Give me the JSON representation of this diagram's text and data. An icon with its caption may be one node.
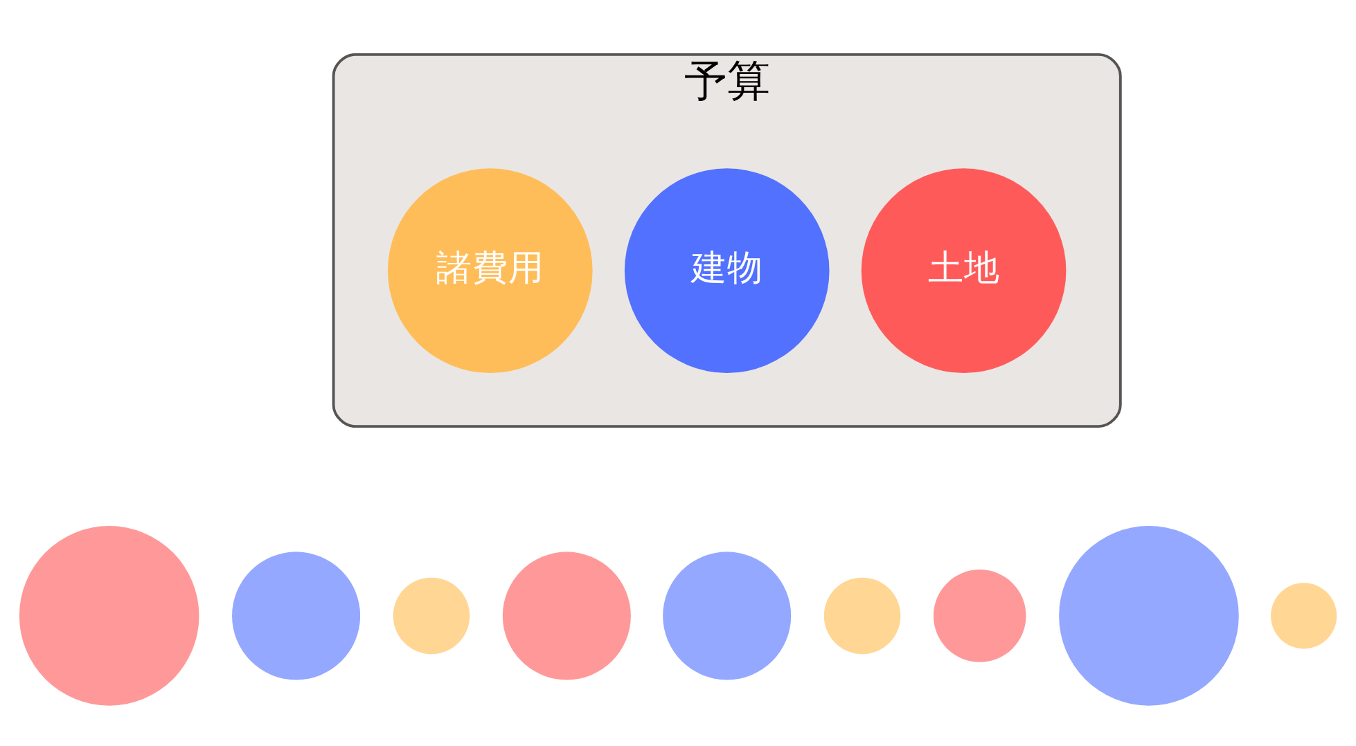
{
  "diagram": {
    "nodes": [
      {
        "text": [
          "予算"
        ]
      },
      {
        "text": [
          "土地"
        ],
        "in": 0
      },
      {
        "text": [
          "建物"
        ],
        "in": 0
      },
      {
        "text": [
          "諸費用"
        ],
        "in": 0
      },
      {
        "text": [],
        "shape": "circle"
      },
      {
        "text": [],
        "shape": "circle"
      },
      {
        "text": [],
        "shape": "circle"
      },
      {
        "text": [],
        "shape": "circle"
      },
      {
        "text": [],
        "shape": "circle"
      },
      {
        "text": [],
        "shape": "circle"
      },
      {
        "text": [],
        "shape": "circle"
      },
      {
        "text": [],
        "shape": "circle"
      },
      {
        "text": [],
        "shape": "circle"
      }
    ]
  }
}
